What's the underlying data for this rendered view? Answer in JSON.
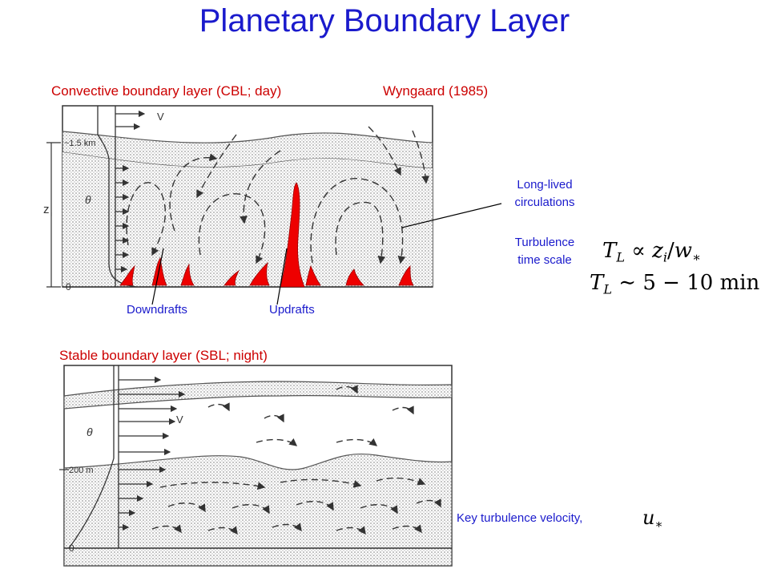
{
  "title": "Planetary Boundary Layer",
  "cbl": {
    "label": "Convective boundary layer (CBL; day)",
    "citation": "Wyngaard (1985)",
    "height_tick": "~1.5 km",
    "zero_tick": "0",
    "zi_symbol": "z",
    "zi_subscript": "i",
    "theta_symbol": "θ",
    "wind_symbol": "V",
    "downdrafts_label": "Downdrafts",
    "updrafts_label": "Updrafts"
  },
  "annotations": {
    "circulations_line1": "Long-lived",
    "circulations_line2": "circulations",
    "turbulence_line1": "Turbulence",
    "turbulence_line2": "time scale"
  },
  "formulas": {
    "f1_lhs": "T",
    "f1_lhs_sub": "L",
    "f1_op": " ∝ ",
    "f1_z": "z",
    "f1_z_sub": "i",
    "f1_slash": "/",
    "f1_w": "w",
    "f1_w_sub": "∗",
    "f2_lhs": "T",
    "f2_lhs_sub": "L",
    "f2_rhs": " ∼ 5 − 10 min",
    "u_symbol": "u",
    "u_sub": "∗"
  },
  "sbl": {
    "label": "Stable boundary layer (SBL; night)",
    "height_tick": "200 m",
    "zero_tick": "0",
    "theta_symbol": "θ",
    "wind_symbol": "V",
    "key_velocity_label": "Key turbulence velocity,"
  },
  "colors": {
    "title": "#1a1acc",
    "labels_red": "#cc0000",
    "plumes": "#ee0000",
    "stipple": "#d6d6d6"
  }
}
